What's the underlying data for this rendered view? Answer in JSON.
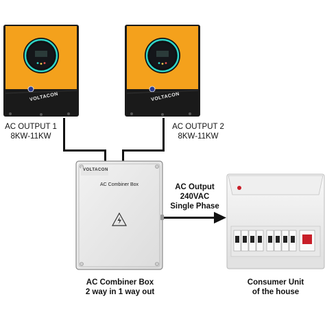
{
  "inverters": [
    {
      "brand": "VOLTACON",
      "label_line1": "AC OUTPUT 1",
      "label_line2": "8KW-11KW"
    },
    {
      "brand": "VOLTACON",
      "label_line1": "AC OUTPUT 2",
      "label_line2": "8KW-11KW"
    }
  ],
  "combiner": {
    "brand": "VOLTACON",
    "panel_label": "AC Combiner Box",
    "caption_line1": "AC Combiner Box",
    "caption_line2": "2 way in 1 way out"
  },
  "output": {
    "line1": "AC Output",
    "line2": "240VAC",
    "line3": "Single Phase"
  },
  "consumer_unit": {
    "caption_line1": "Consumer Unit",
    "caption_line2": "of the house"
  },
  "colors": {
    "inverter_orange": "#f4a11c",
    "inverter_black": "#1a1a1a",
    "display_ring": "#2fd6c8",
    "box_grey": "#ececec",
    "cu_white": "#f3f3f3",
    "breaker_red": "#c81e28"
  }
}
